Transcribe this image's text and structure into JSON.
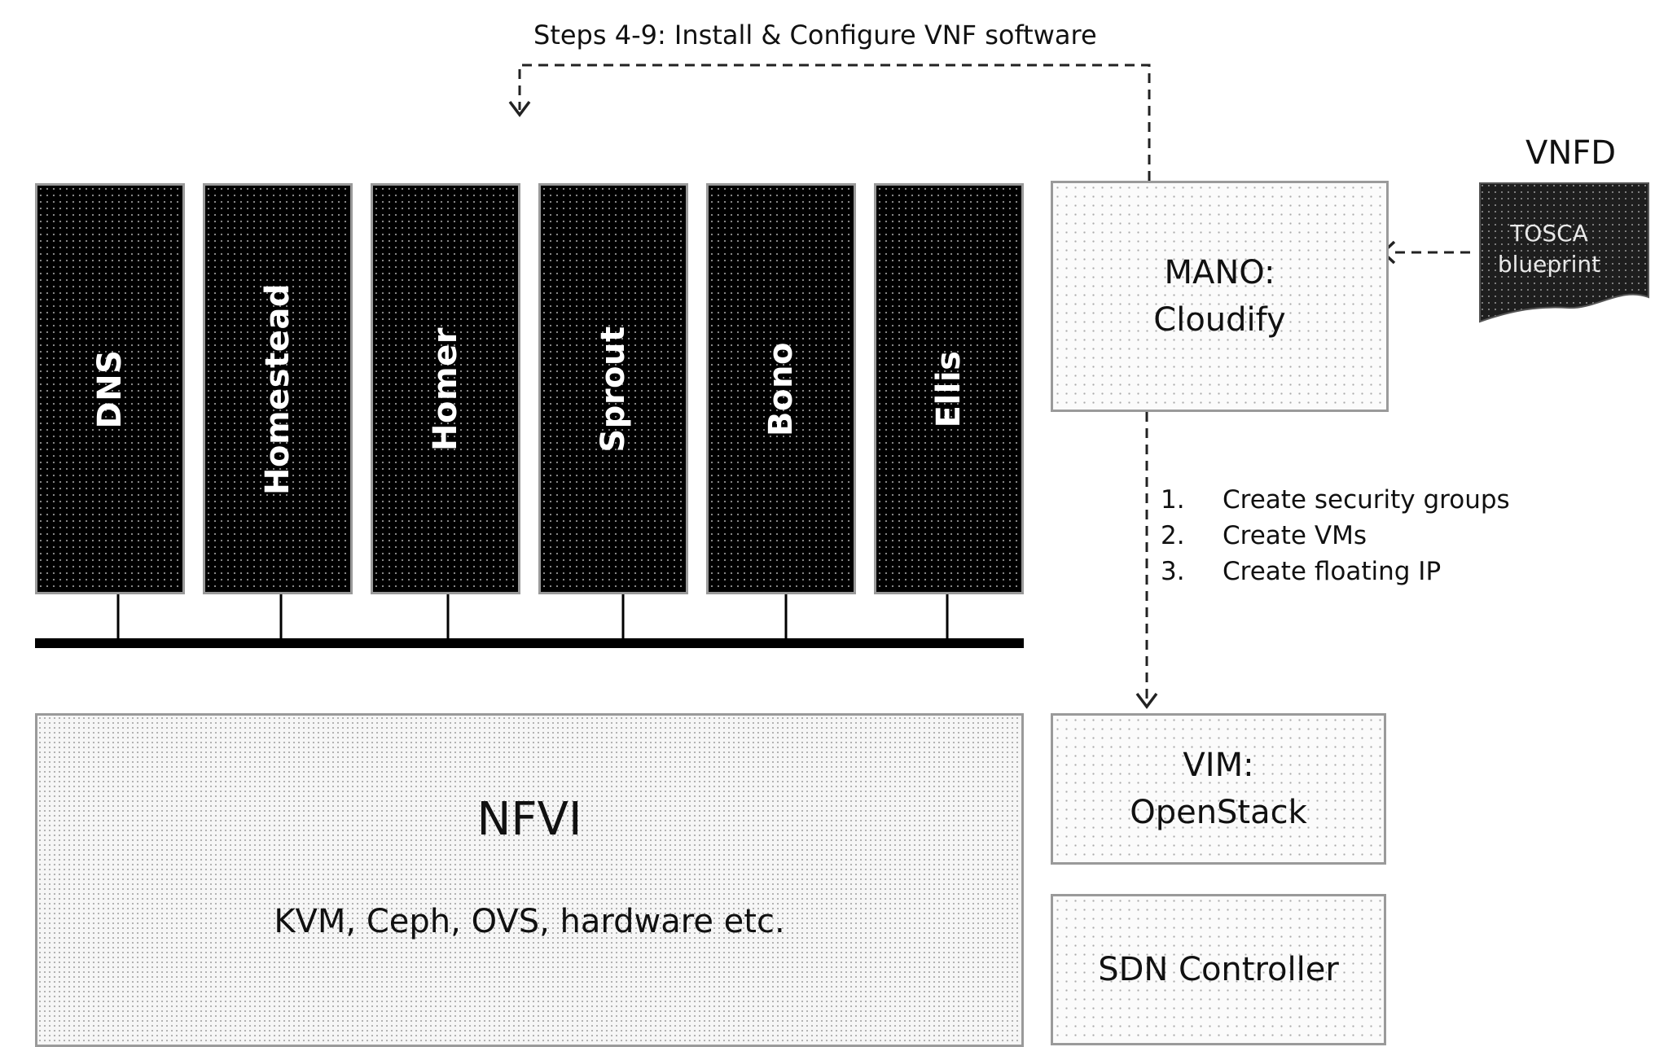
{
  "top_annotation": "Steps 4-9: Install & Configure VNF software",
  "vnf_components": [
    "DNS",
    "Homestead",
    "Homer",
    "Sprout",
    "Bono",
    "Ellis"
  ],
  "mano": {
    "line1": "MANO:",
    "line2": "Cloudify"
  },
  "vnfd": {
    "label": "VNFD",
    "doc_line1": "TOSCA",
    "doc_line2": "blueprint"
  },
  "steps": [
    {
      "num": "1.",
      "text": "Create security groups"
    },
    {
      "num": "2.",
      "text": "Create VMs"
    },
    {
      "num": "3.",
      "text": "Create floating IP"
    }
  ],
  "nfvi": {
    "title": "NFVI",
    "subtitle": "KVM, Ceph, OVS, hardware etc."
  },
  "vim": {
    "line1": "VIM:",
    "line2": "OpenStack"
  },
  "sdn": {
    "label": "SDN Controller"
  }
}
